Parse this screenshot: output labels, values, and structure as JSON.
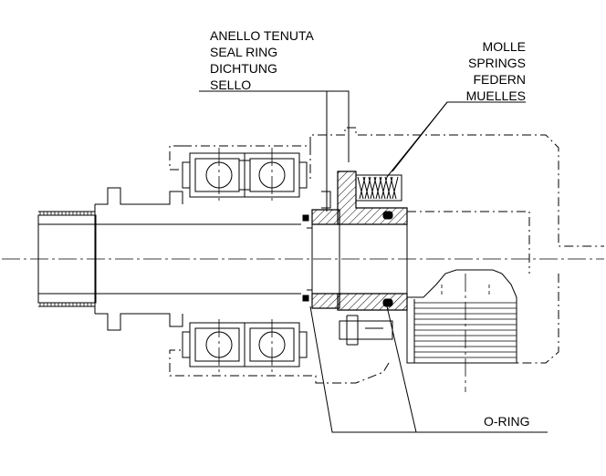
{
  "labels": {
    "seal_ring": [
      "ANELLO TENUTA",
      "SEAL RING",
      "DICHTUNG",
      "SELLO"
    ],
    "springs": [
      "MOLLE",
      "SPRINGS",
      "FEDERN",
      "MUELLES"
    ],
    "o_ring": "O-RING"
  }
}
